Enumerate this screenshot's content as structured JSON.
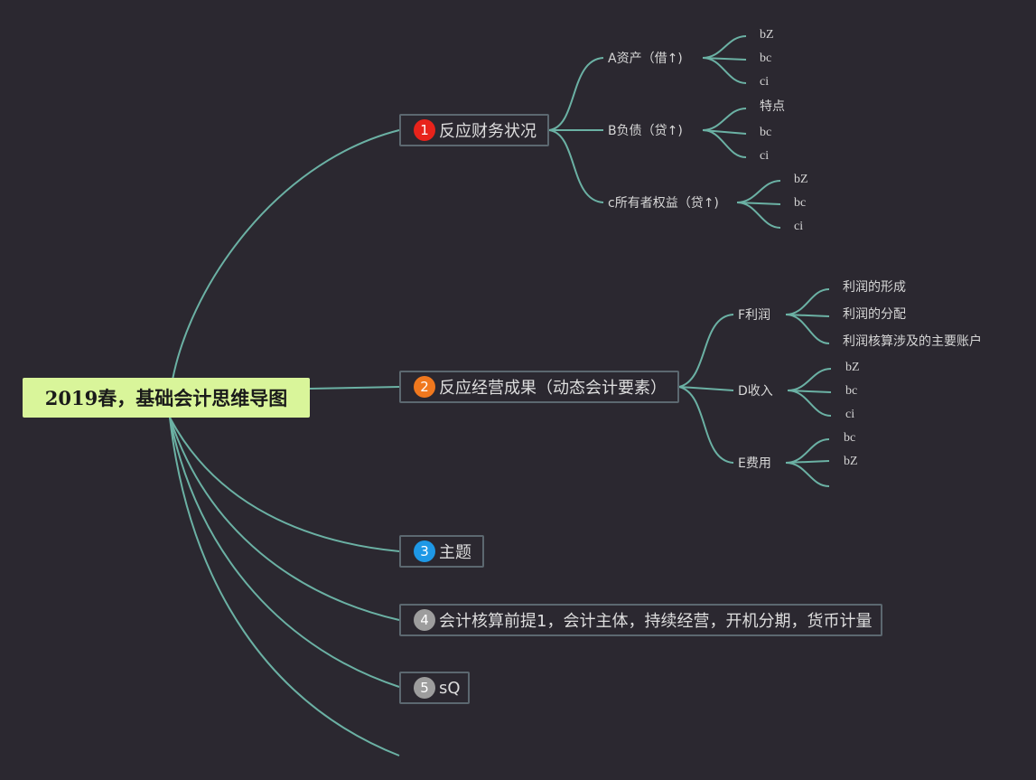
{
  "root": {
    "title": "2019春，基础会计思维导图"
  },
  "branches": [
    {
      "num": "1",
      "label": "反应财务状况",
      "badge_color": "#e8231b"
    },
    {
      "num": "2",
      "label": "反应经营成果（动态会计要素）",
      "badge_color": "#f0781e"
    },
    {
      "num": "3",
      "label": "主题",
      "badge_color": "#1e98e6"
    },
    {
      "num": "4",
      "label": "会计核算前提1，会计主体，持续经营，开机分期，货币计量",
      "badge_color": "#9d9d9d"
    },
    {
      "num": "5",
      "label": "sQ",
      "badge_color": "#9d9d9d"
    }
  ],
  "subtopics": [
    {
      "label": "A资产（借↑)",
      "children": [
        "bZ",
        "bc",
        "ci"
      ]
    },
    {
      "label": "B负债（贷↑)",
      "children": [
        "特点",
        "bc",
        "ci"
      ]
    },
    {
      "label": "c所有者权益（贷↑)",
      "children": [
        "bZ",
        "bc",
        "ci"
      ]
    },
    {
      "label": "F利润",
      "children": [
        "利润的形成",
        "利润的分配",
        "利润核算涉及的主要账户"
      ]
    },
    {
      "label": "D收入",
      "children": [
        "bZ",
        "bc",
        "ci"
      ]
    },
    {
      "label": "E费用",
      "children": [
        "bc",
        "bZ"
      ]
    }
  ],
  "colors": {
    "line": "#6bb1a4",
    "background": "#2b2830",
    "root_fill": "#d9f59a"
  }
}
